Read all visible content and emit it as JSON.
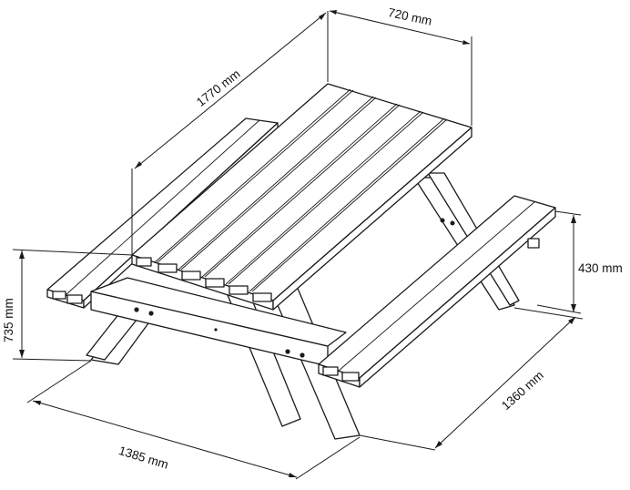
{
  "dimensions": {
    "top_width": "720 mm",
    "top_length": "1770 mm",
    "seat_height": "430 mm",
    "table_height": "735 mm",
    "overall_depth": "1360 mm",
    "overall_length": "1385 mm"
  }
}
